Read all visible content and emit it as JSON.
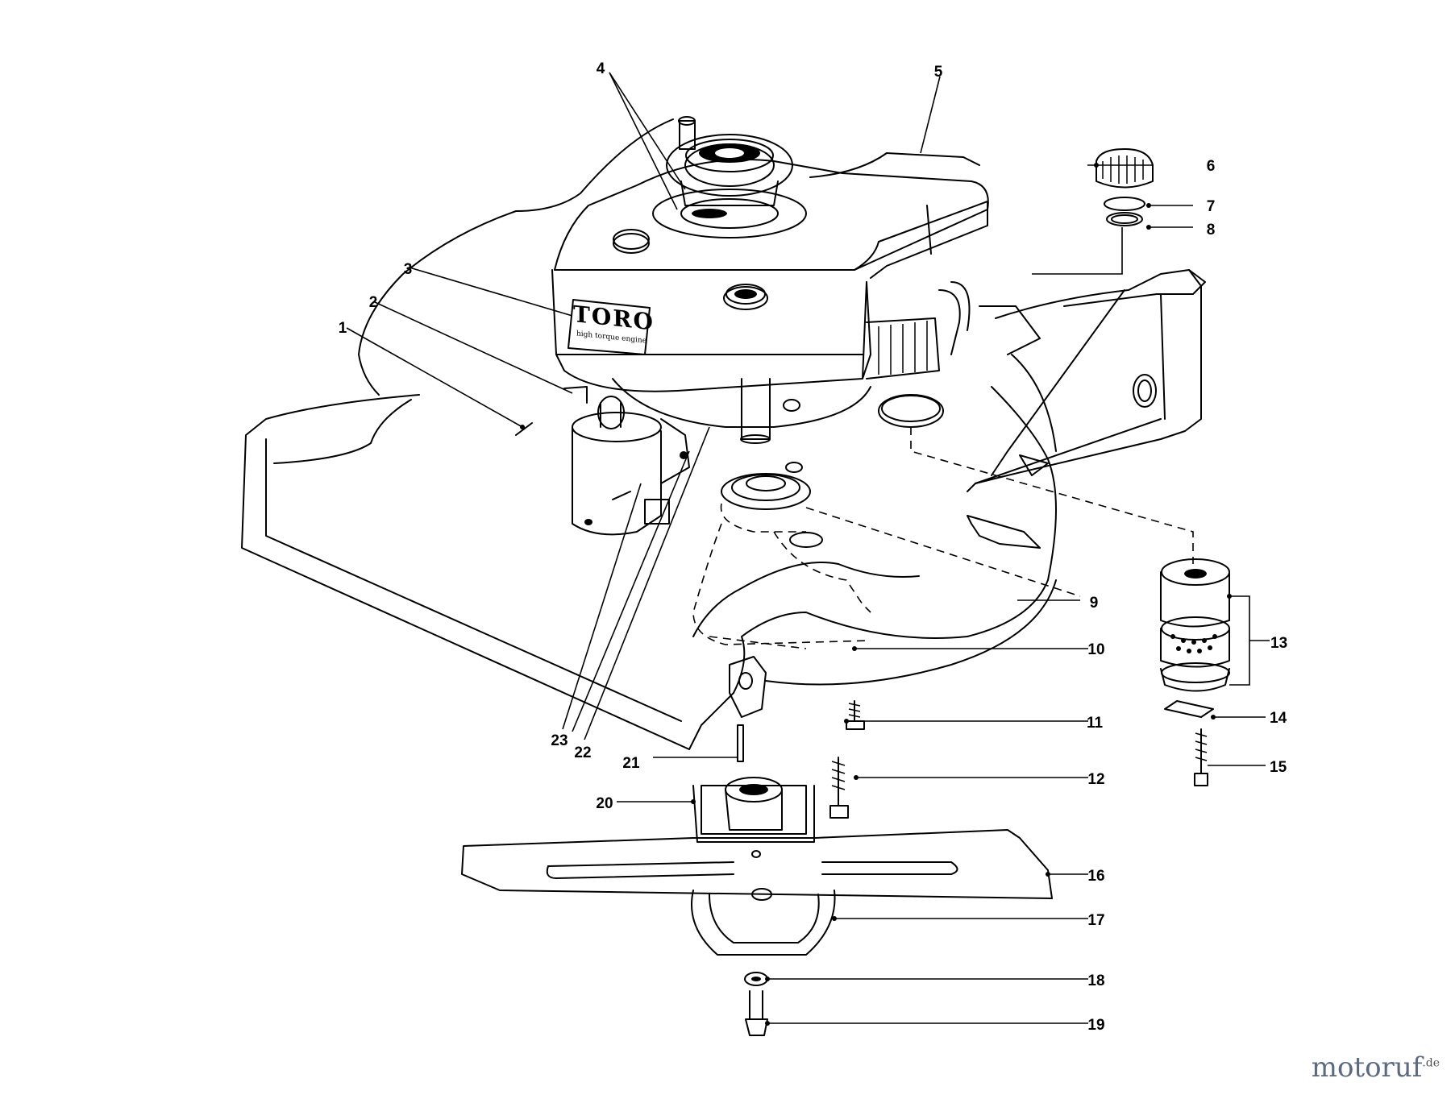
{
  "diagram": {
    "callouts": [
      "1",
      "2",
      "3",
      "4",
      "5",
      "6",
      "7",
      "8",
      "9",
      "10",
      "11",
      "12",
      "13",
      "14",
      "15",
      "16",
      "17",
      "18",
      "19",
      "20",
      "21",
      "22",
      "23"
    ]
  },
  "engine_logo": {
    "brand": "TORO",
    "tagline": "high torque engine"
  },
  "watermark": {
    "text": "motoruf",
    "suffix": ".de"
  }
}
